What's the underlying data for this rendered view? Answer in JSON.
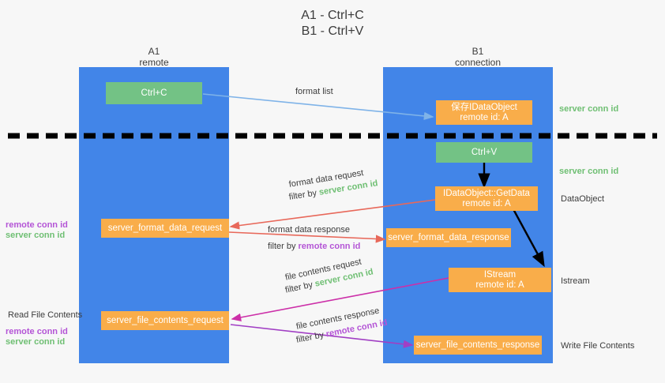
{
  "title": {
    "line1": "A1 - Ctrl+C",
    "line2": "B1 - Ctrl+V"
  },
  "columns": [
    {
      "name": "A1",
      "role": "remote"
    },
    {
      "name": "B1",
      "role": "connection"
    }
  ],
  "colors": {
    "lane": "#4285e8",
    "green_box": "#73c285",
    "orange_box": "#f9ad4a",
    "server_conn_id": "#6fbf73",
    "remote_conn_id": "#b455d6",
    "arrow_blue": "#7fb3e8",
    "arrow_red": "#e8685a",
    "arrow_magenta": "#cc2fa8",
    "arrow_purple": "#a13fc4",
    "arrow_black": "#000000",
    "text": "#3c3c3c",
    "background": "#f7f7f7"
  },
  "nodes": {
    "ctrl_c": {
      "label": "Ctrl+C"
    },
    "save_idataobject": {
      "line1": "保存IDataObject",
      "line2": "remote id: A"
    },
    "ctrl_v": {
      "label": "Ctrl+V"
    },
    "getdata": {
      "line1": "IDataObject::GetData",
      "line2": "remote id: A"
    },
    "istream": {
      "line1": "IStream",
      "line2": "remote id: A"
    },
    "server_format_data_request": {
      "label": "server_format_data_request"
    },
    "server_format_data_response": {
      "label": "server_format_data_response"
    },
    "server_file_contents_request": {
      "label": "server_file_contents_request"
    },
    "server_file_contents_response": {
      "label": "server_file_contents_response"
    }
  },
  "flow_labels": {
    "format_list": "format list",
    "format_data_request": "format data request",
    "format_data_request_filter_prefix": "filter by ",
    "format_data_request_filter_value": "server conn id",
    "format_data_response": "format data response",
    "format_data_response_filter_prefix": "filter by ",
    "format_data_response_filter_value": "remote conn id",
    "file_contents_request": "file contents request",
    "file_contents_request_filter_prefix": "filter by ",
    "file_contents_request_filter_value": "server conn id",
    "file_contents_response": "file contents response",
    "file_contents_response_filter_prefix": "filter by ",
    "file_contents_response_filter_value": "remote conn id"
  },
  "right_annotations": {
    "server_conn_id_top": "server conn id",
    "server_conn_id_mid": "server conn id",
    "dataobject": "DataObject",
    "istream": "Istream",
    "write_file_contents": "Write File Contents"
  },
  "left_annotations": {
    "mid_remote": "remote conn id",
    "mid_server": "server conn id",
    "read_file_contents": "Read File Contents",
    "low_remote": "remote conn id",
    "low_server": "server conn id"
  }
}
